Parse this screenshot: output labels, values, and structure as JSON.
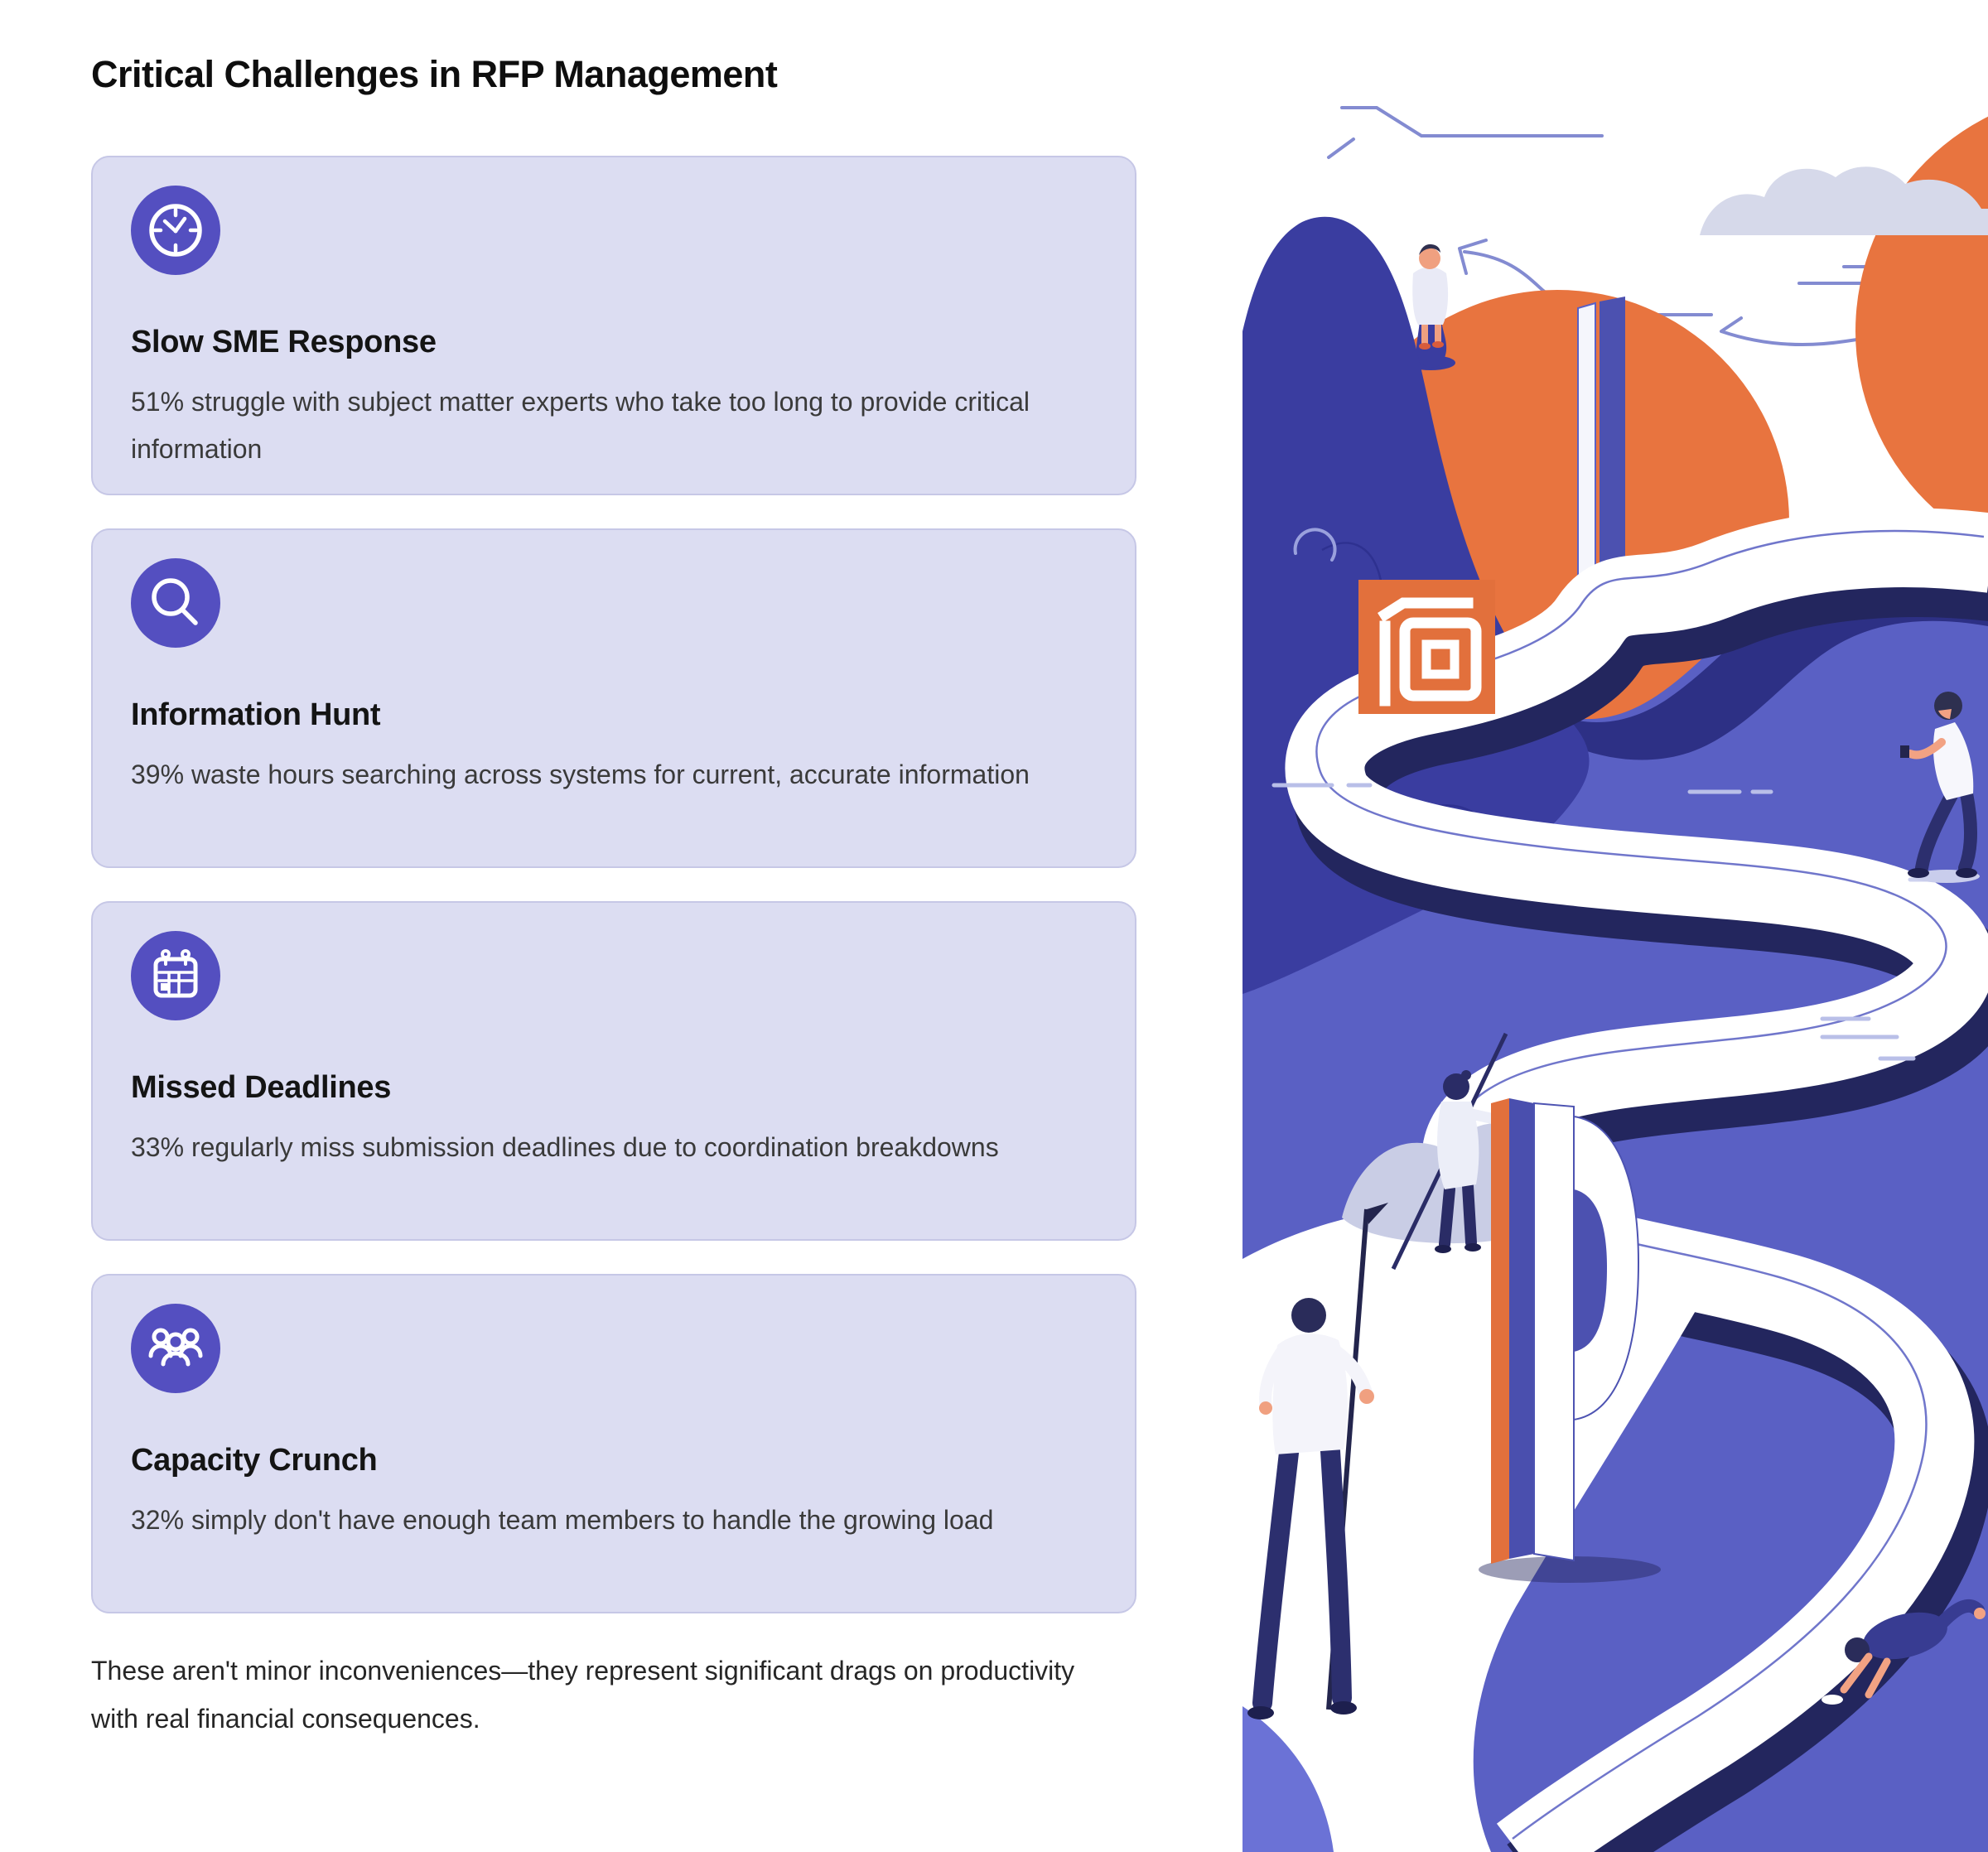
{
  "header": {
    "title": "Critical Challenges in RFP Management"
  },
  "cards": [
    {
      "icon": "clock-icon",
      "title": "Slow SME Response",
      "description": "51% struggle with subject matter experts who take too long to provide critical information"
    },
    {
      "icon": "search-icon",
      "title": "Information Hunt",
      "description": "39% waste hours searching across systems for current, accurate information"
    },
    {
      "icon": "calendar-icon",
      "title": "Missed Deadlines",
      "description": "33% regularly miss submission deadlines due to coordination breakdowns"
    },
    {
      "icon": "people-icon",
      "title": "Capacity Crunch",
      "description": "32% simply don't have enough team members to handle the growing load"
    }
  ],
  "footer": {
    "note": "These aren't minor inconveniences—they represent significant drags on productivity with real financial consequences."
  },
  "colors": {
    "card_background": "#dcddf2",
    "card_border": "#c6c7e6",
    "icon_circle": "#544fc0",
    "accent_orange": "#e8743f",
    "illustration_blue": "#5a60c4",
    "illustration_dark_blue": "#2d3085",
    "illustration_navy": "#23265e",
    "illustration_hill": "#3a3da0",
    "cloud_grey": "#d6d9ea"
  }
}
